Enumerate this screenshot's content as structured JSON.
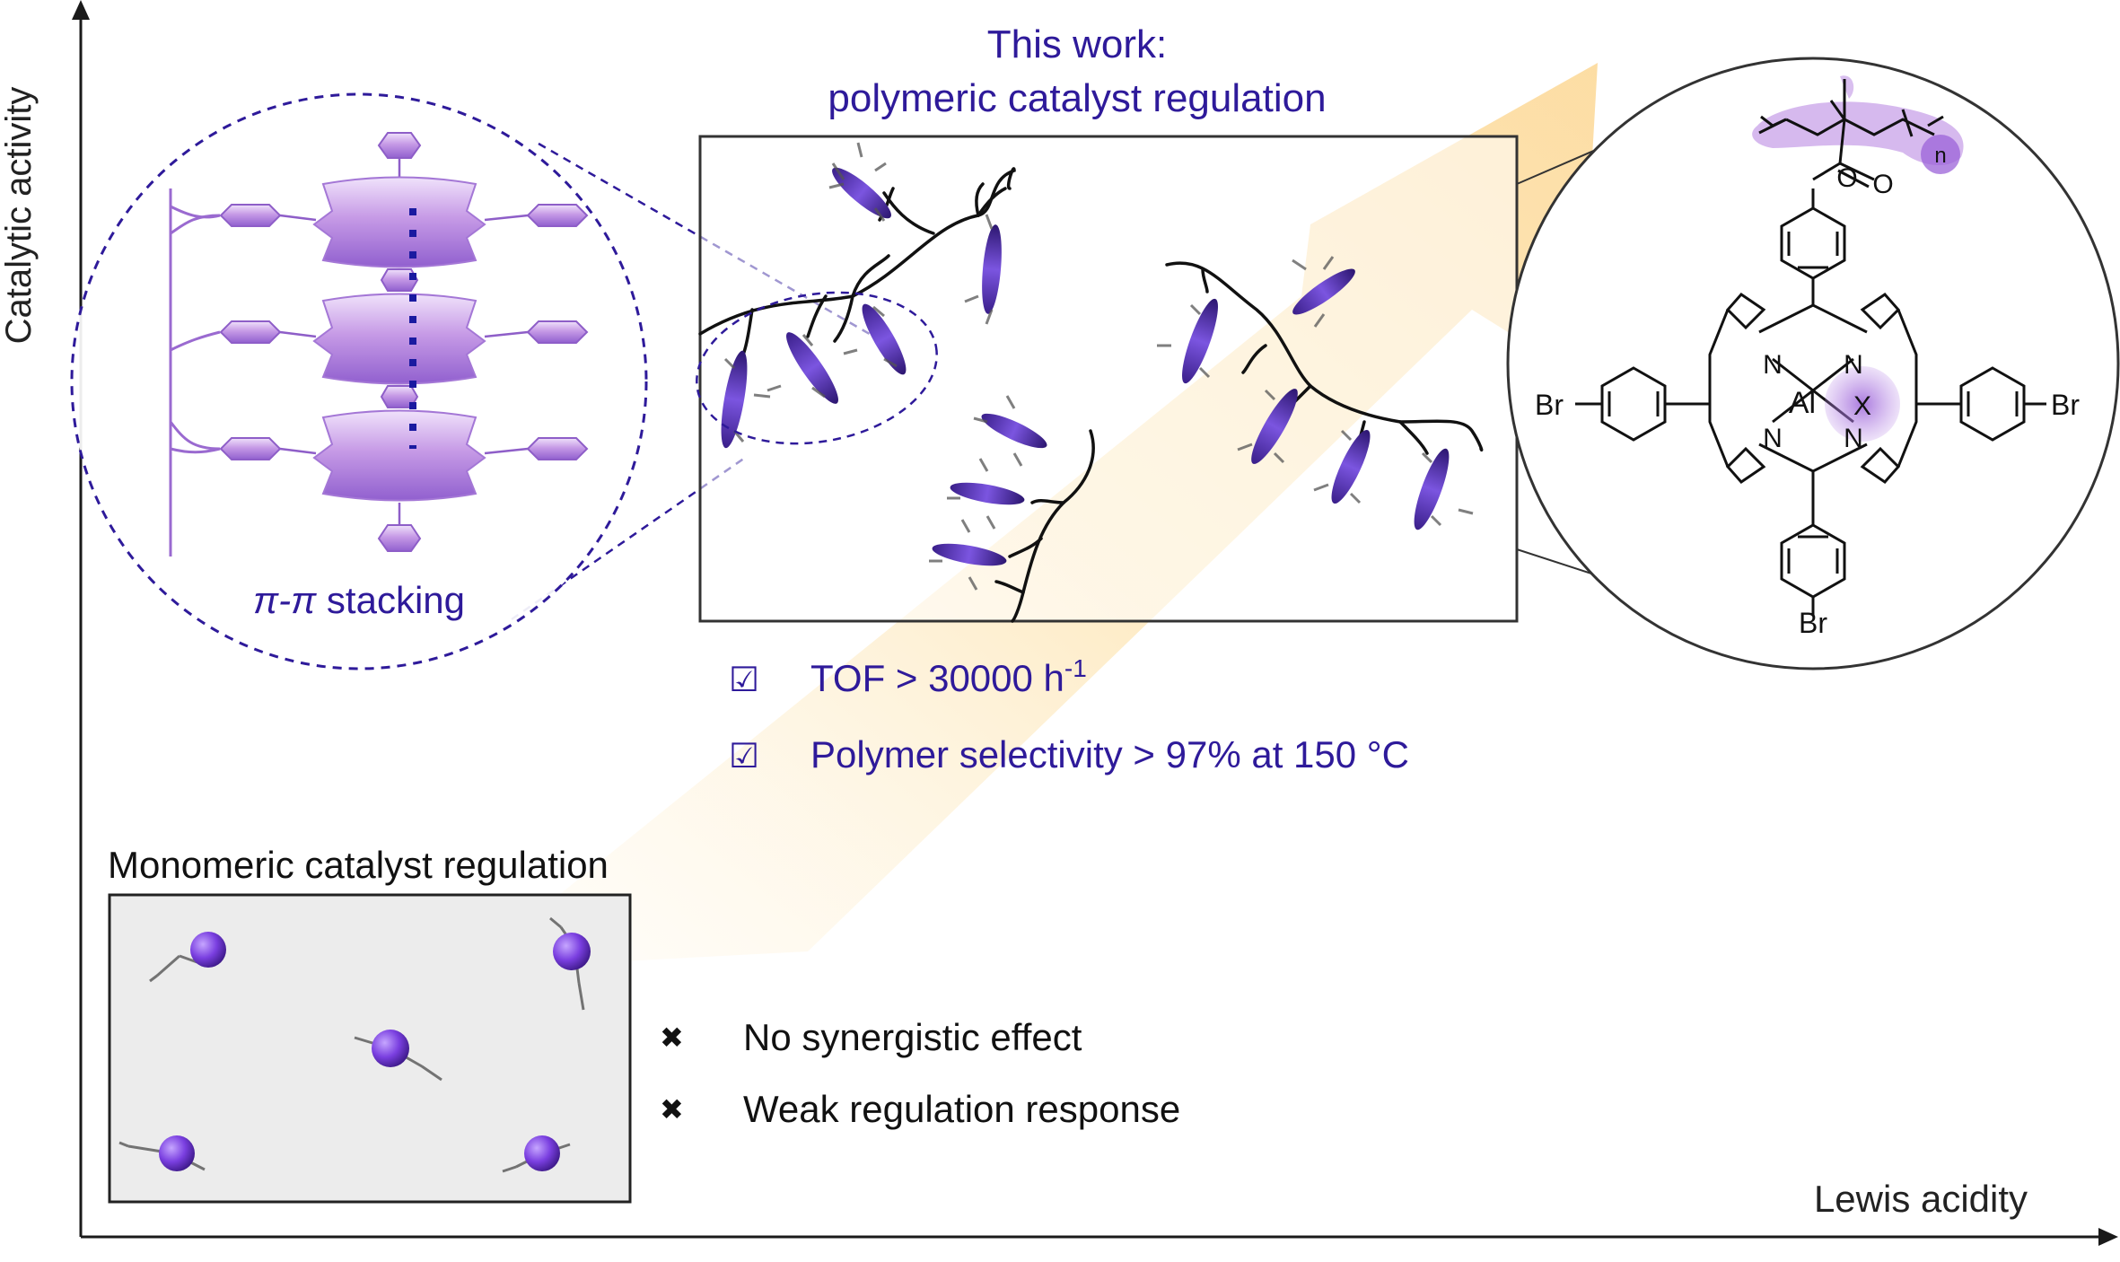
{
  "axes": {
    "y_label": "Catalytic activity",
    "x_label": "Lewis acidity"
  },
  "title": {
    "line1": "This work:",
    "line2": "polymeric catalyst regulation"
  },
  "stacking_label": {
    "symbol": "π-π",
    "text": " stacking"
  },
  "advantages": [
    {
      "marker": "☑",
      "text_before": "TOF > 30000 h",
      "superscript": "-1"
    },
    {
      "marker": "☑",
      "text_before": "Polymer selectivity > 97% at 150 °C",
      "superscript": ""
    }
  ],
  "monomeric": {
    "title": "Monomeric catalyst regulation"
  },
  "drawbacks": [
    {
      "marker": "✖",
      "text": "No synergistic effect"
    },
    {
      "marker": "✖",
      "text": "Weak regulation response"
    }
  ],
  "structure": {
    "bromine_left": "Br",
    "bromine_right": "Br",
    "bromine_bottom": "Br",
    "aluminum": "Al",
    "axial_ligand": "X",
    "nitrogen": "N",
    "oxygen": "O",
    "repeat_unit": "n"
  },
  "colors": {
    "accent_text": "#2e1a9a",
    "purple": "#7b4fd0",
    "purple_light": "#c9a8e8",
    "arrow_glow": "#fde5b4",
    "box_fill": "#ececec"
  }
}
